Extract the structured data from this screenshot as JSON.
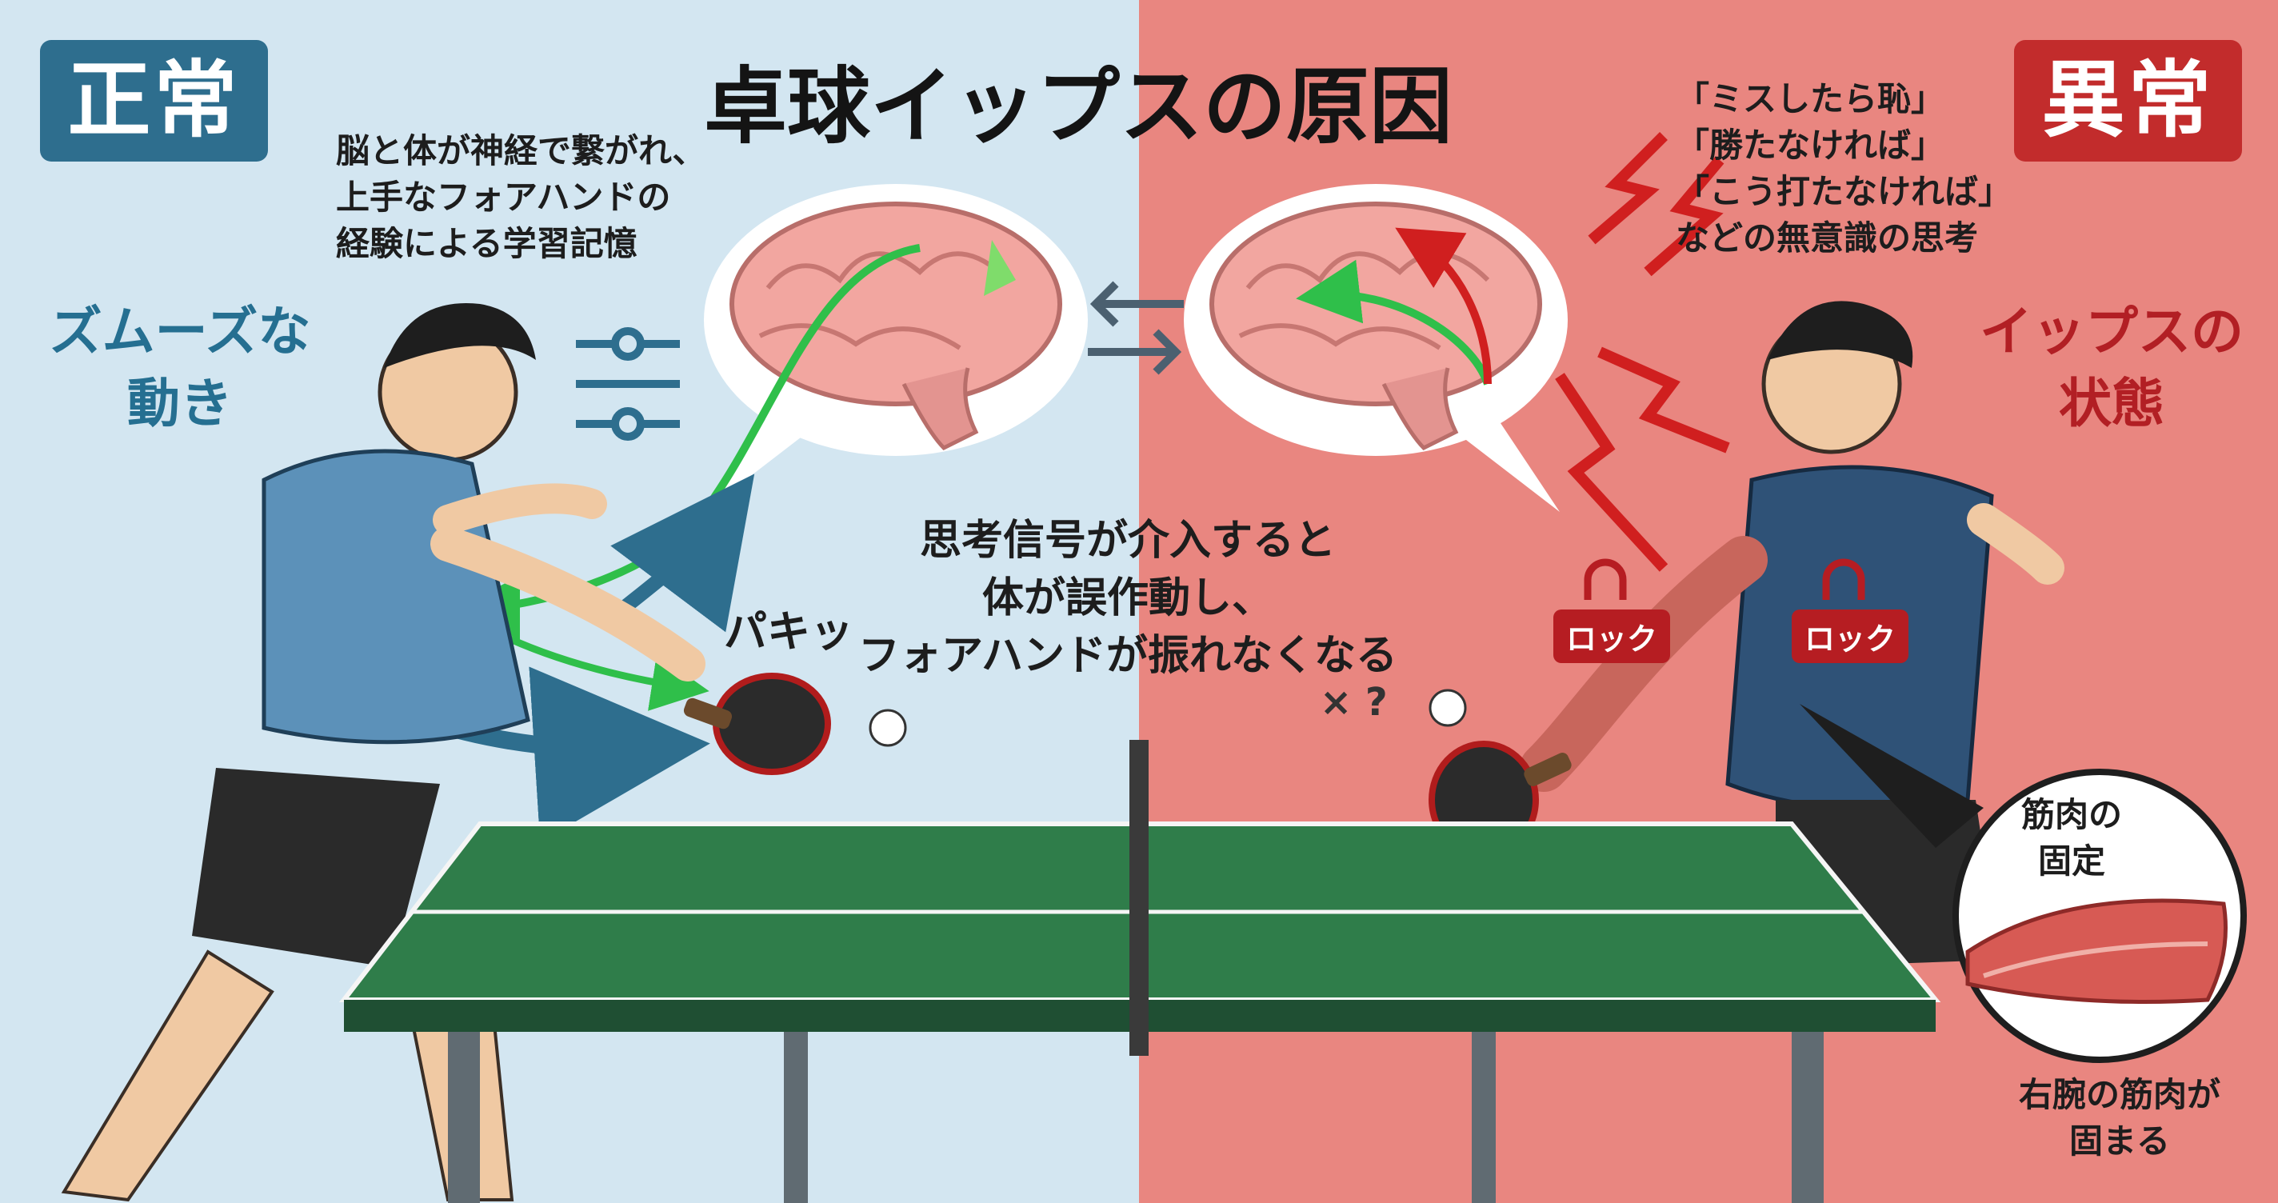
{
  "title": "卓球イップスの原因",
  "badges": {
    "normal": "正常",
    "abnormal": "異常"
  },
  "left": {
    "brain_note": "脳と体が神経で繋がれ、\n上手なフォアハンドの\n経験による学習記憶",
    "state_label": "ズムーズな\n動き",
    "sound": "パキッ"
  },
  "right": {
    "thought_note": "「ミスしたら恥」\n「勝たなければ」\n「こう打たなければ」\nなどの無意識の思考",
    "state_label": "イップスの\n状態",
    "lock_label_1": "ロック",
    "lock_label_2": "ロック",
    "inset_caption": "筋肉の\n固定",
    "arm_caption": "右腕の筋肉が\n固まる",
    "miss_marks": "× ?"
  },
  "center_caption": "思考信号が介入すると\n体が誤作動し、\nフォアハンドが振れなくなる",
  "colors": {
    "left_bg": "#d3e6f1",
    "right_bg": "#e98680",
    "normal_badge": "#2e6e8e",
    "abnormal_badge": "#c22c2c",
    "smooth_text": "#256f91",
    "yips_text": "#b21f24",
    "nerve_path": "#2fbf4a",
    "danger_arrow": "#d01f1f",
    "table_green": "#2f7d4a"
  },
  "icons": {
    "brain_left": "brain-icon",
    "brain_right": "brain-icon",
    "swap_arrows": "swap-arrows-icon",
    "sliders": "sliders-icon",
    "lightning": "lightning-arrow-icon",
    "lock": "padlock-icon",
    "ping_pong_ball": "ball-icon",
    "paddle": "paddle-icon"
  }
}
